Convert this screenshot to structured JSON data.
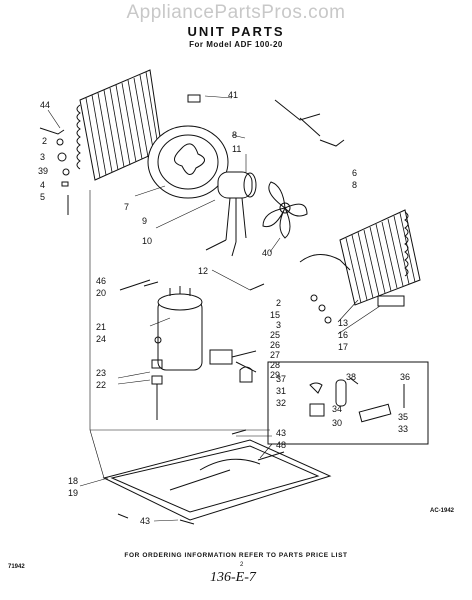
{
  "watermark": "AppliancePartsPros.com",
  "title": "UNIT PARTS",
  "subtitle": "For Model ADF 100-20",
  "drawing_code": "AC-1942",
  "footer": "FOR ORDERING INFORMATION REFER TO PARTS PRICE LIST",
  "page_number_small": "2",
  "page_number": "136-E-7",
  "doc_number": "71942",
  "callouts": {
    "c44": "44",
    "c2a": "2",
    "c3": "3",
    "c39": "39",
    "c4": "4",
    "c5": "5",
    "c41": "41",
    "c8a": "8",
    "c11": "11",
    "c6": "6",
    "c8b": "8",
    "c7": "7",
    "c9": "9",
    "c10": "10",
    "c40": "40",
    "c12": "12",
    "c46": "46",
    "c20": "20",
    "c21": "21",
    "c24": "24",
    "c23": "23",
    "c22": "22",
    "c2b": "2",
    "c15": "15",
    "c3b": "3",
    "c25": "25",
    "c26": "26",
    "c27": "27",
    "c28": "28",
    "c29": "29",
    "c13": "13",
    "c16": "16",
    "c17": "17",
    "c37": "37",
    "c38": "38",
    "c36": "36",
    "c31": "31",
    "c32": "32",
    "c34": "34",
    "c30": "30",
    "c35": "35",
    "c33": "33",
    "c43a": "43",
    "c48": "48",
    "c18": "18",
    "c19": "19",
    "c43b": "43"
  }
}
